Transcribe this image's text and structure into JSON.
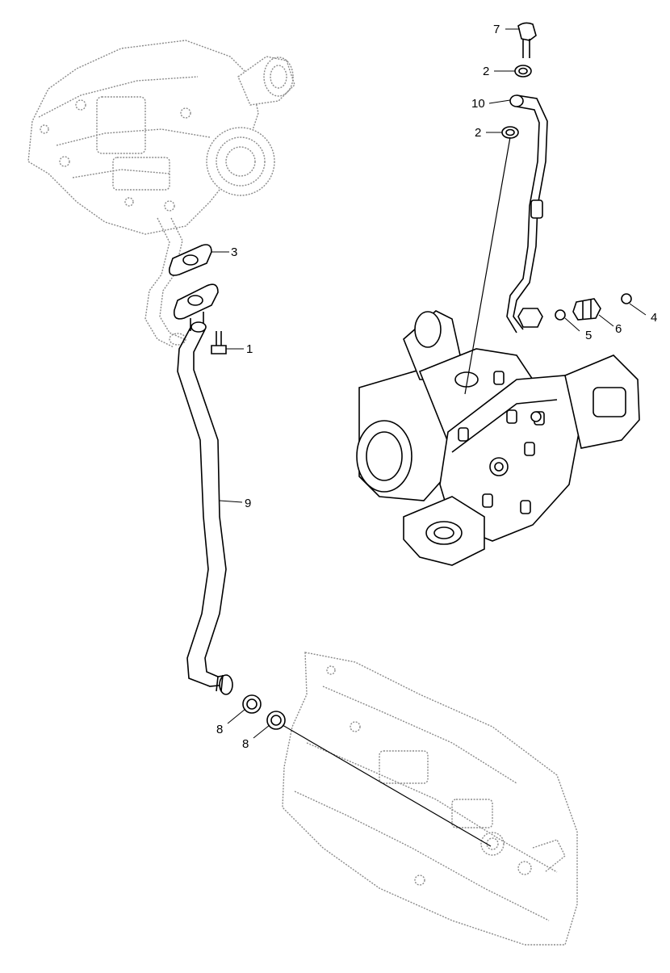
{
  "callouts": {
    "c7": "7",
    "c2a": "2",
    "c10": "10",
    "c2b": "2",
    "c3": "3",
    "c1": "1",
    "c4": "4",
    "c5": "5",
    "c6": "6",
    "c9": "9",
    "c8a": "8",
    "c8b": "8"
  },
  "colors": {
    "line": "#000000",
    "ghost": "#8a8a8a",
    "background": "#ffffff"
  }
}
